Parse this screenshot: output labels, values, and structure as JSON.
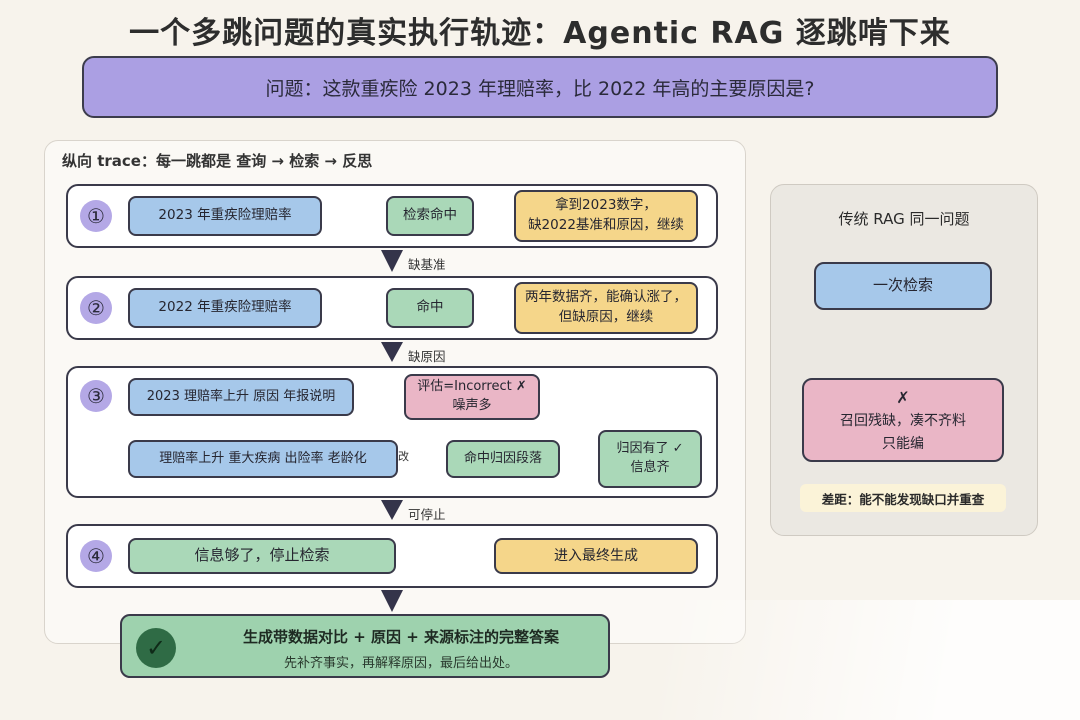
{
  "title": "一个多跳问题的真实执行轨迹：Agentic RAG 逐跳啃下来",
  "question": "问题：这款重疾险 2023 年理赔率，比 2022 年高的主要原因是?",
  "trace_label": "纵向 trace：每一跳都是 查询 → 检索 → 反思",
  "hops": [
    {
      "num": "①",
      "query": "2023 年重疾险理赔率",
      "retrieval": "检索命中",
      "reflection_line1": "拿到2023数字，",
      "reflection_line2": "缺2022基准和原因，继续",
      "next_label": "缺基准"
    },
    {
      "num": "②",
      "query": "2022 年重疾险理赔率",
      "retrieval": "命中",
      "reflection_line1": "两年数据齐，能确认涨了，",
      "reflection_line2": "但缺原因，继续",
      "next_label": "缺原因"
    },
    {
      "num": "③",
      "query_first": "2023 理赔率上升 原因 年报说明",
      "eval_line1": "评估=Incorrect ✗",
      "eval_line2": "噪声多",
      "query_rewrite": "理赔率上升 重大疾病 出险率 老龄化",
      "rewrite_tag": "改",
      "retrieval": "命中归因段落",
      "reflection_line1": "归因有了 ✓",
      "reflection_line2": "信息齐",
      "next_label": "可停止"
    },
    {
      "num": "④",
      "query": "信息够了，停止检索",
      "action": "进入最终生成"
    }
  ],
  "final": {
    "check": "✓",
    "line1": "生成带数据对比 + 原因 + 来源标注的完整答案",
    "line2": "先补齐事实，再解释原因，最后给出处。"
  },
  "traditional": {
    "title": "传统 RAG 同一问题",
    "step1": "一次检索",
    "fail_mark": "✗",
    "fail_line1": "召回残缺，凑不齐料",
    "fail_line2": "只能编",
    "gap": "差距：能不能发现缺口并重查"
  }
}
